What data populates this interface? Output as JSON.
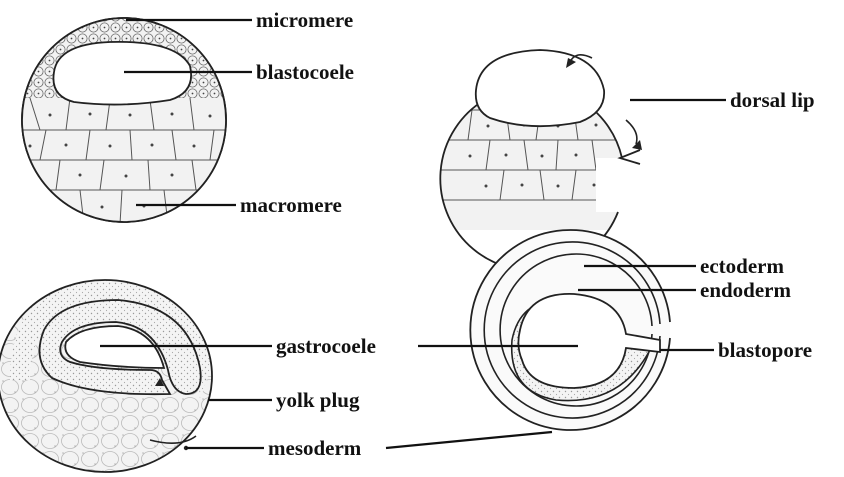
{
  "labels": {
    "micromere": "micromere",
    "blastocoele": "blastocoele",
    "macromere": "macromere",
    "dorsal_lip": "dorsal lip",
    "gastrocoele": "gastrocoele",
    "yolk_plug": "yolk plug",
    "mesoderm": "mesoderm",
    "ectoderm": "ectoderm",
    "endoderm": "endoderm",
    "blastopore": "blastopore"
  },
  "colors": {
    "line": "#111111",
    "tissue_fill": "#f6f6f6",
    "background": "#ffffff"
  }
}
